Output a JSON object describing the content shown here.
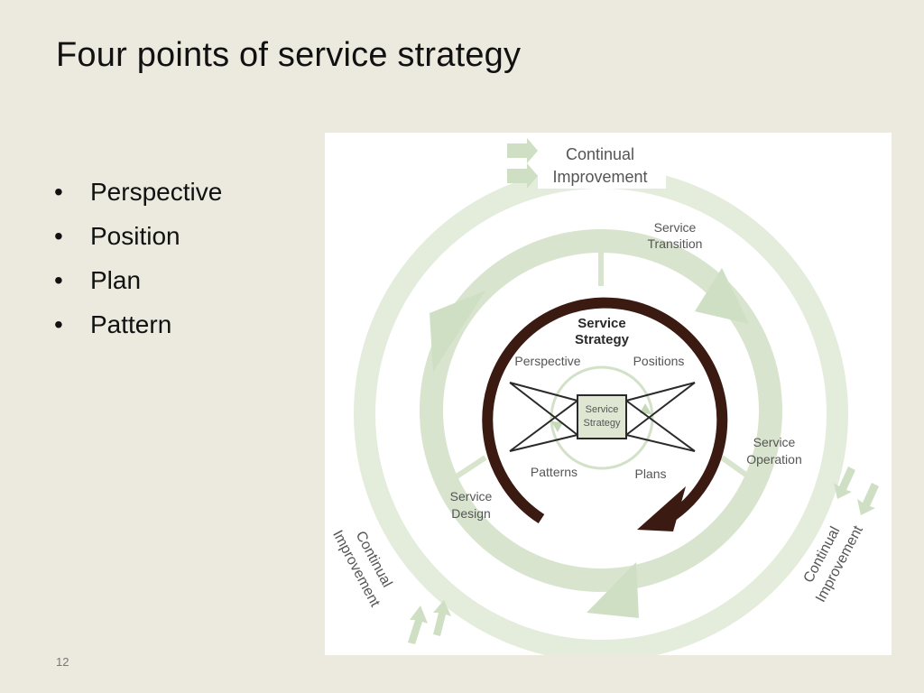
{
  "slide": {
    "title": "Four points of service strategy",
    "bullets": [
      "Perspective",
      "Position",
      "Plan",
      "Pattern"
    ],
    "page_number": "12"
  },
  "diagram": {
    "continual_improvement_top": [
      "Continual",
      "Improvement"
    ],
    "continual_improvement_left": [
      "Continual",
      "Improvement"
    ],
    "continual_improvement_right": [
      "Continual",
      "Improvement"
    ],
    "service_transition": [
      "Service",
      "Transition"
    ],
    "service_operation": [
      "Service",
      "Operation"
    ],
    "service_design": [
      "Service",
      "Design"
    ],
    "service_strategy": [
      "Service",
      "Strategy"
    ],
    "perspective": "Perspective",
    "positions": "Positions",
    "patterns": "Patterns",
    "plans": "Plans",
    "center_box": [
      "Service",
      "Strategy"
    ],
    "colors": {
      "ring": "#dde6d3",
      "arrow": "#cfdfc3",
      "core_arc": "#3b1a12",
      "center_box_fill": "#dfe7d3"
    }
  }
}
